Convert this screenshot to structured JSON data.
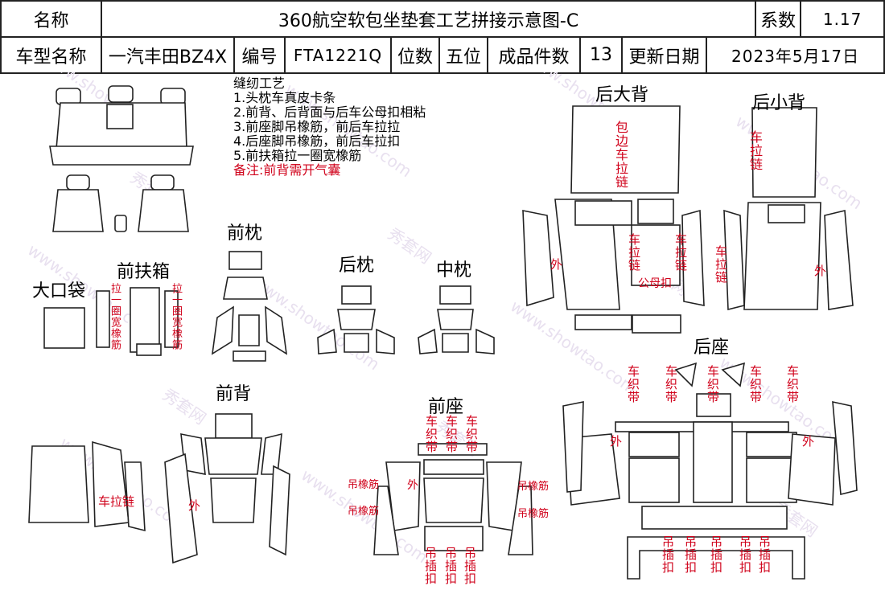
{
  "header": {
    "name_label": "名称",
    "title": "360航空软包坐垫套工艺拼接示意图-C",
    "coef_label": "系数",
    "coef_value": "1.17",
    "model_label": "车型名称",
    "model_value": "一汽丰田BZ4X",
    "code_label": "编号",
    "code_value": "FTA1221Q",
    "seats_label": "位数",
    "seats_value": "五位",
    "pieces_label": "成品件数",
    "pieces_value": "13",
    "date_label": "更新日期",
    "date_value": "2023年5月17日"
  },
  "craft": {
    "title": "缝纫工艺",
    "steps": [
      "1.头枕车真皮卡条",
      "2.前背、后背面与后车公母扣相粘",
      "3.前座脚吊橡筋，前后车拉拉",
      "4.后座脚吊橡筋，前后车拉扣",
      "5.前扶箱拉一圈宽橡筋"
    ],
    "note": "备注:前背需开气囊"
  },
  "sections": {
    "rear_big_back": "后大背",
    "rear_small_back": "后小背",
    "front_pillow": "前枕",
    "rear_pillow": "后枕",
    "middle_pillow": "中枕",
    "front_armrest": "前扶箱",
    "big_pocket": "大口袋",
    "front_back": "前背",
    "front_seat": "前座",
    "rear_seat": "后座"
  },
  "annotations": {
    "edge_zip": "包边车拉链",
    "car_zip": "车拉链",
    "pull_wide_elastic": "拉一圈宽橡筋",
    "male_female_buckle": "公母扣",
    "outer": "外",
    "woven_strap": "车织带",
    "hang_elastic": "吊橡筋",
    "hang_clip": "吊插扣",
    "car_zip_h": "车拉链"
  },
  "watermark": {
    "text_a": "秀套网",
    "text_b": "www.showtao.com"
  },
  "colors": {
    "accent_red": "#d0021b",
    "line": "#222222",
    "watermark": "#e8e0ef"
  }
}
